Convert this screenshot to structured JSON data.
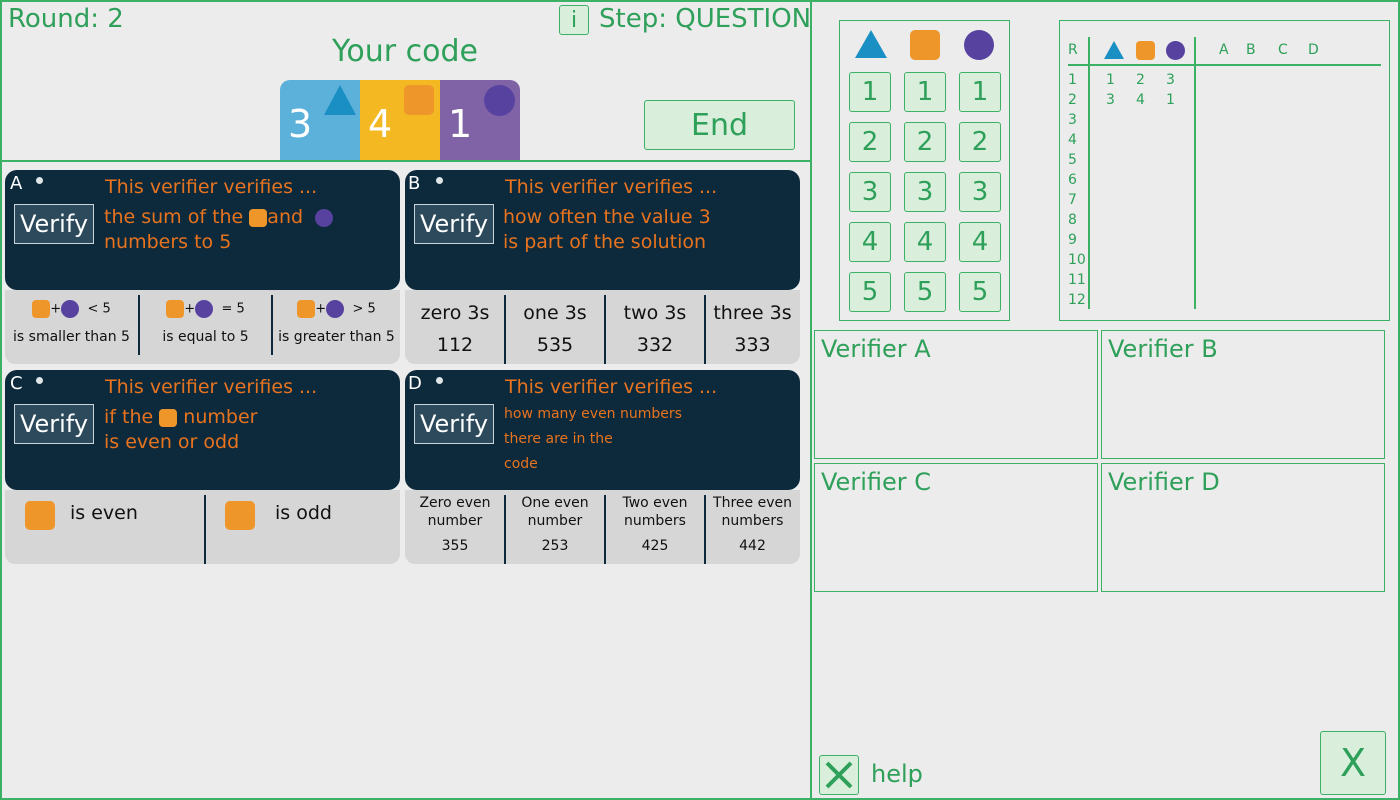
{
  "header": {
    "round_label": "Round: 2",
    "info_label": "i",
    "step_label": "Step: QUESTION",
    "code_title": "Your code",
    "code": [
      {
        "value": "3",
        "shape": "triangle-icon",
        "color": "#5bb1d9"
      },
      {
        "value": "4",
        "shape": "square-icon",
        "color": "#f4b823"
      },
      {
        "value": "1",
        "shape": "circle-icon",
        "color": "#7f63a6"
      }
    ],
    "end_label": "End"
  },
  "cards": {
    "A": {
      "letter": "A",
      "verify_label": "Verify",
      "intro": "This verifier verifies ...",
      "text_prefix": "the sum of the",
      "text_and": "and",
      "text_line2": "numbers to 5",
      "options": [
        {
          "expr": "< 5",
          "label": "is smaller than 5"
        },
        {
          "expr": "= 5",
          "label": "is equal to 5"
        },
        {
          "expr": "> 5",
          "label": "is greater than 5"
        }
      ]
    },
    "B": {
      "letter": "B",
      "verify_label": "Verify",
      "intro": "This verifier verifies ...",
      "line1": "how often the value 3",
      "line2": "is part of the solution",
      "options": [
        {
          "label": "zero 3s",
          "code": "112"
        },
        {
          "label": "one 3s",
          "code": "535"
        },
        {
          "label": "two 3s",
          "code": "332"
        },
        {
          "label": "three 3s",
          "code": "333"
        }
      ]
    },
    "C": {
      "letter": "C",
      "verify_label": "Verify",
      "intro": "This verifier verifies ...",
      "text_prefix": "if the",
      "text_suffix": "number",
      "line2": "is even or odd",
      "options": [
        {
          "label": "is even"
        },
        {
          "label": "is odd"
        }
      ]
    },
    "D": {
      "letter": "D",
      "verify_label": "Verify",
      "intro": "This verifier verifies ...",
      "line1": "how many even numbers",
      "line2": "there are in the",
      "line3": "code",
      "options": [
        {
          "line1": "Zero even",
          "line2": "number",
          "code": "355"
        },
        {
          "line1": "One even",
          "line2": "number",
          "code": "253"
        },
        {
          "line1": "Two even",
          "line2": "numbers",
          "code": "425"
        },
        {
          "line1": "Three even",
          "line2": "numbers",
          "code": "442"
        }
      ]
    }
  },
  "number_pad": {
    "values": [
      "1",
      "2",
      "3",
      "4",
      "5"
    ]
  },
  "history": {
    "header_r": "R",
    "verifier_headers": [
      "A",
      "B",
      "C",
      "D"
    ],
    "round_numbers": [
      "1",
      "2",
      "3",
      "4",
      "5",
      "6",
      "7",
      "8",
      "9",
      "10",
      "11",
      "12"
    ],
    "rows": [
      [
        "1",
        "2",
        "3"
      ],
      [
        "3",
        "4",
        "1"
      ]
    ]
  },
  "verifier_notes": {
    "A": "Verifier A",
    "B": "Verifier B",
    "C": "Verifier C",
    "D": "Verifier D"
  },
  "footer": {
    "help_label": "help",
    "close_label": "X"
  }
}
